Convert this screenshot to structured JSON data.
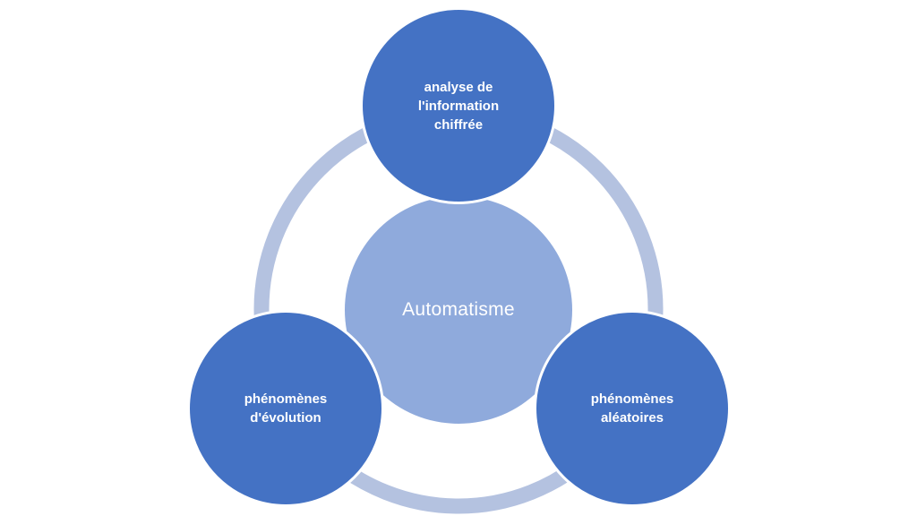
{
  "diagram": {
    "center": {
      "label": "Automatisme"
    },
    "nodes": [
      {
        "label": "analyse de\nl'information\nchiffrée"
      },
      {
        "label": "phénomènes\nd'évolution"
      },
      {
        "label": "phénomènes\naléatoires"
      }
    ],
    "colors": {
      "ring": "#b4c2e0",
      "center_fill": "#8faadc",
      "node_fill": "#4472c4",
      "text": "#ffffff"
    }
  }
}
